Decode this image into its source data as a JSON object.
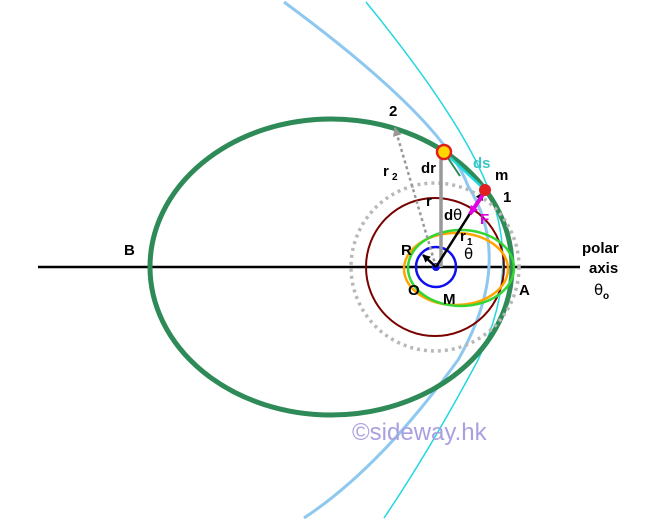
{
  "labels": {
    "B": "B",
    "O": "O",
    "M": "M",
    "A": "A",
    "R": "R",
    "r": "r",
    "r1": "r",
    "r1_sub": "1",
    "r2": "r",
    "r2_sub": "2",
    "dr": "dr",
    "ds": "ds",
    "m": "m",
    "pt1": "1",
    "pt2": "2",
    "dtheta_d": "d",
    "dtheta_theta": "θ",
    "theta": "θ",
    "F": "F",
    "polar": "polar",
    "axis": "axis",
    "theta0": "θ",
    "theta0_sub": "o"
  },
  "watermark": "©sideway.hk",
  "colors": {
    "orbit": "#2e8b57",
    "hyperbola_outer": "#8ec8f0",
    "hyperbola_inner": "#20d8e0",
    "dashed_circle": "#b8b8b8",
    "dark_circle": "#7a0000",
    "green_ellipse": "#33d633",
    "orange_ellipse": "#ffa500",
    "blue_circle": "#1010ee",
    "force": "#e000e0",
    "point_fill": "#ffd700",
    "point_ring": "#e02020",
    "watermark": "#a9a0e0"
  }
}
